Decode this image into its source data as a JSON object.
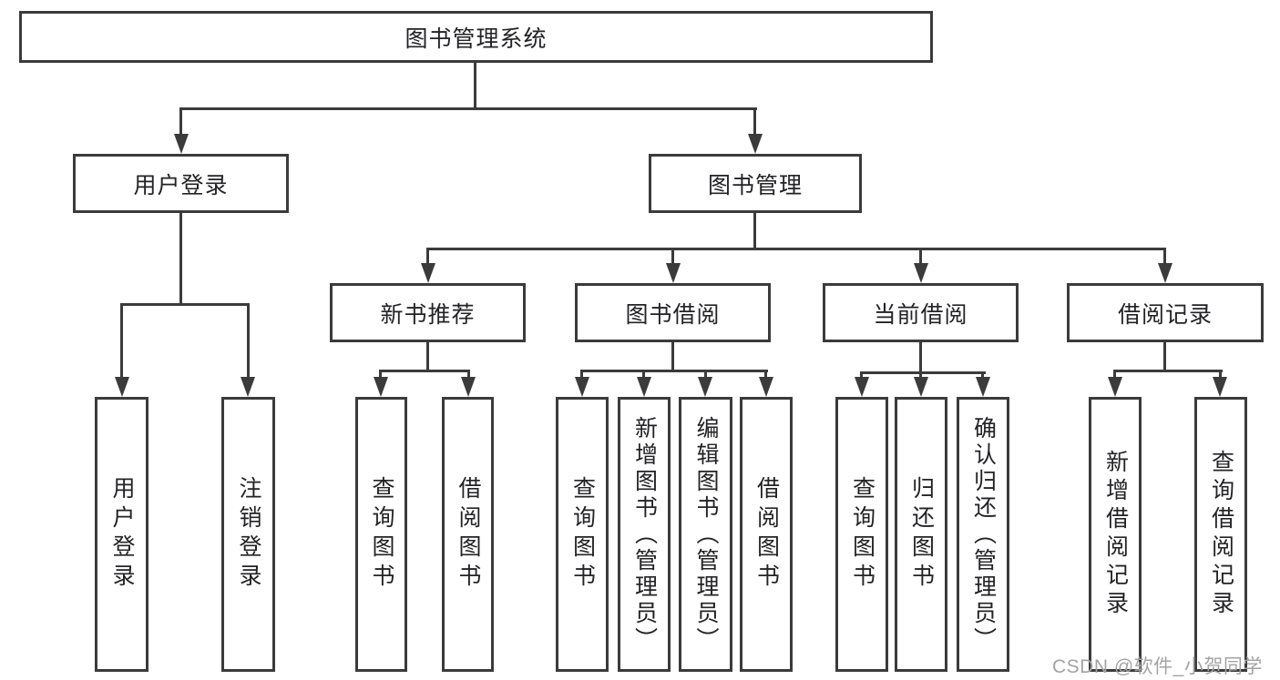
{
  "diagram": {
    "root": {
      "label": "图书管理系统"
    },
    "level1": [
      {
        "label": "用户登录"
      },
      {
        "label": "图书管理"
      }
    ],
    "level2": [
      {
        "label": "新书推荐"
      },
      {
        "label": "图书借阅"
      },
      {
        "label": "当前借阅"
      },
      {
        "label": "借阅记录"
      }
    ],
    "leaves": [
      {
        "label": "用户登录",
        "parent": "用户登录"
      },
      {
        "label": "注销登录",
        "parent": "用户登录"
      },
      {
        "label": "查询图书",
        "parent": "新书推荐"
      },
      {
        "label": "借阅图书",
        "parent": "新书推荐"
      },
      {
        "label": "查询图书",
        "parent": "图书借阅"
      },
      {
        "label": "新增图书（管理员）",
        "parent": "图书借阅"
      },
      {
        "label": "编辑图书（管理员）",
        "parent": "图书借阅"
      },
      {
        "label": "借阅图书",
        "parent": "图书借阅"
      },
      {
        "label": "查询图书",
        "parent": "当前借阅"
      },
      {
        "label": "归还图书",
        "parent": "当前借阅"
      },
      {
        "label": "确认归还（管理员）",
        "parent": "当前借阅"
      },
      {
        "label": "新增借阅记录",
        "parent": "借阅记录"
      },
      {
        "label": "查询借阅记录",
        "parent": "借阅记录"
      }
    ],
    "watermark": "CSDN @软件_小贺同学",
    "colors": {
      "line": "#3b3b3b",
      "text": "#232326",
      "watermark": "#a3a3a3",
      "background": "#ffffff"
    }
  }
}
